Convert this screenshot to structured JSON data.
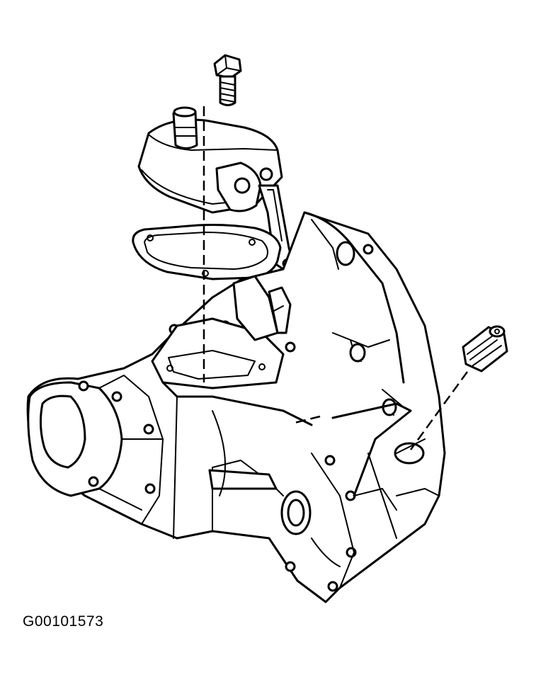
{
  "figure": {
    "id_label": "G00101573"
  },
  "parts": [
    {
      "name": "shift-cover-bolt"
    },
    {
      "name": "shift-cover"
    },
    {
      "name": "shift-cover-gasket"
    },
    {
      "name": "transaxle-case"
    },
    {
      "name": "switch-sensor"
    }
  ]
}
